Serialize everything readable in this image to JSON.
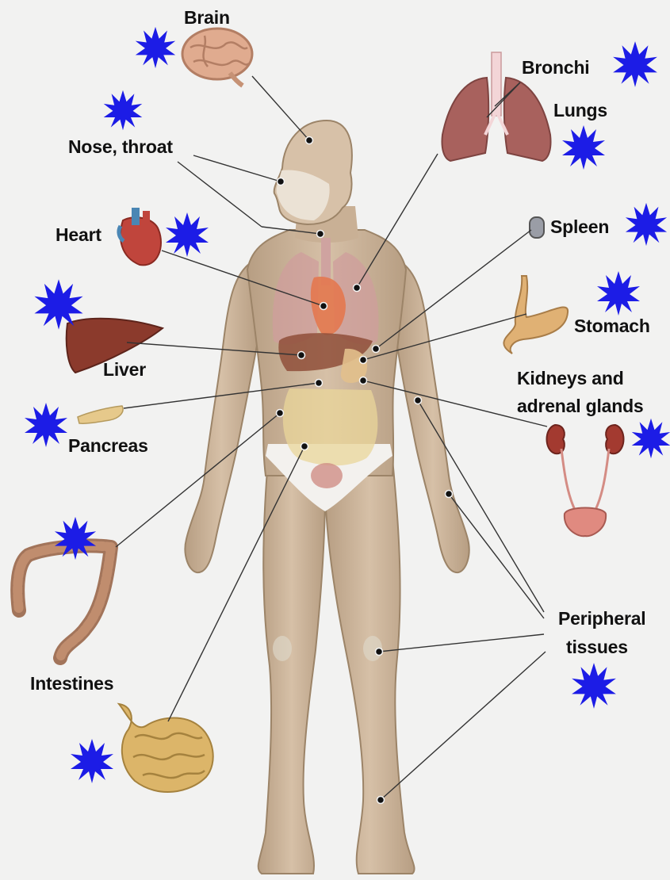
{
  "colors": {
    "background": "#f2f2f1",
    "skin": "#cdb49a",
    "skin_shadow": "#a88f74",
    "muscle": "#b49a7c",
    "star": "#1c1ce6",
    "leader_line": "#333333",
    "marker_dot": "#111111"
  },
  "labels": {
    "brain": "Brain",
    "nose_throat": "Nose, throat",
    "heart": "Heart",
    "liver": "Liver",
    "pancreas": "Pancreas",
    "intestines": "Intestines",
    "bronchi": "Bronchi",
    "lungs": "Lungs",
    "spleen": "Spleen",
    "stomach": "Stomach",
    "kidneys_line1": "Kidneys and",
    "kidneys_line2": "adrenal glands",
    "peripheral_line1": "Peripheral",
    "peripheral_line2": "tissues"
  },
  "icons": {
    "highlight_marker": "star-burst-icon",
    "organ_marker": "dot-icon"
  }
}
